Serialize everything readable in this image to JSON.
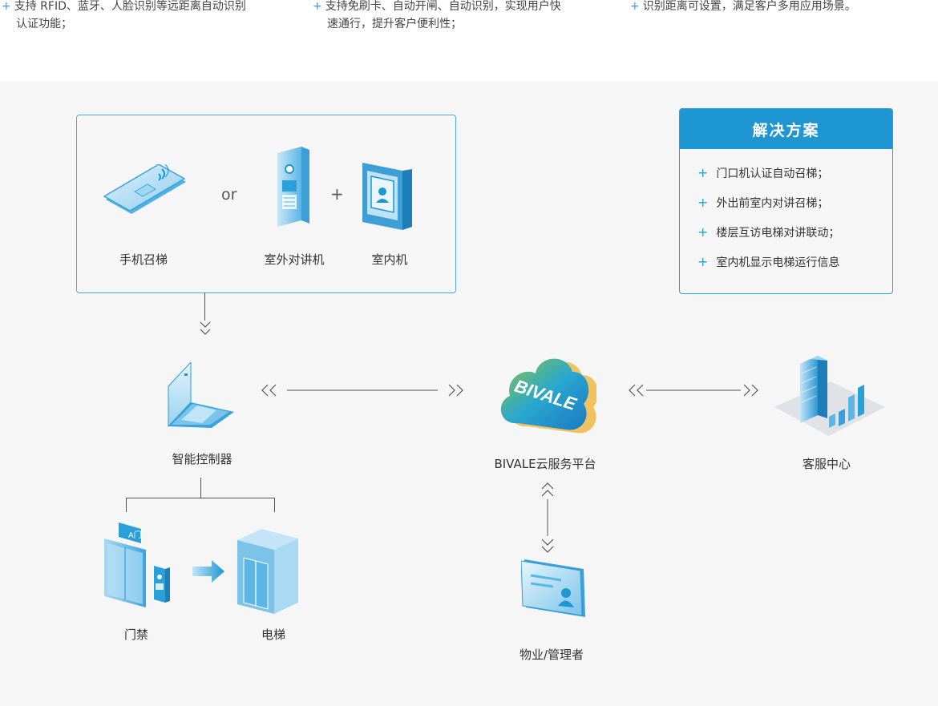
{
  "features": [
    {
      "line1": "支持 RFID、蓝牙、人脸识别等远距离自动识别",
      "line2": "认证功能；"
    },
    {
      "line1": "支持免刷卡、自动开闸、自动识别，实现用户快",
      "line2": "速通行，提升客户便利性；"
    },
    {
      "line1": "识别距离可设置，满足客户多用应用场景。",
      "line2": ""
    }
  ],
  "devices": {
    "phone": "手机召梯",
    "or": "or",
    "plus": "+",
    "outdoor": "室外对讲机",
    "indoor": "室内机"
  },
  "solution": {
    "title": "解决方案",
    "items": [
      "门口机认证自动召梯；",
      "外出前室内对讲召梯；",
      "楼层互访电梯对讲联动；",
      "室内机显示电梯运行信息"
    ]
  },
  "nodes": {
    "controller": "智能控制器",
    "cloud": "BIVALE云服务平台",
    "cloud_logo": "BIVALE",
    "service": "客服中心",
    "access": "门禁",
    "access_sign": "A门",
    "elevator": "电梯",
    "manager": "物业/管理者"
  },
  "colors": {
    "accent": "#1e96d2",
    "panel_bg": "#f6f6f7"
  }
}
